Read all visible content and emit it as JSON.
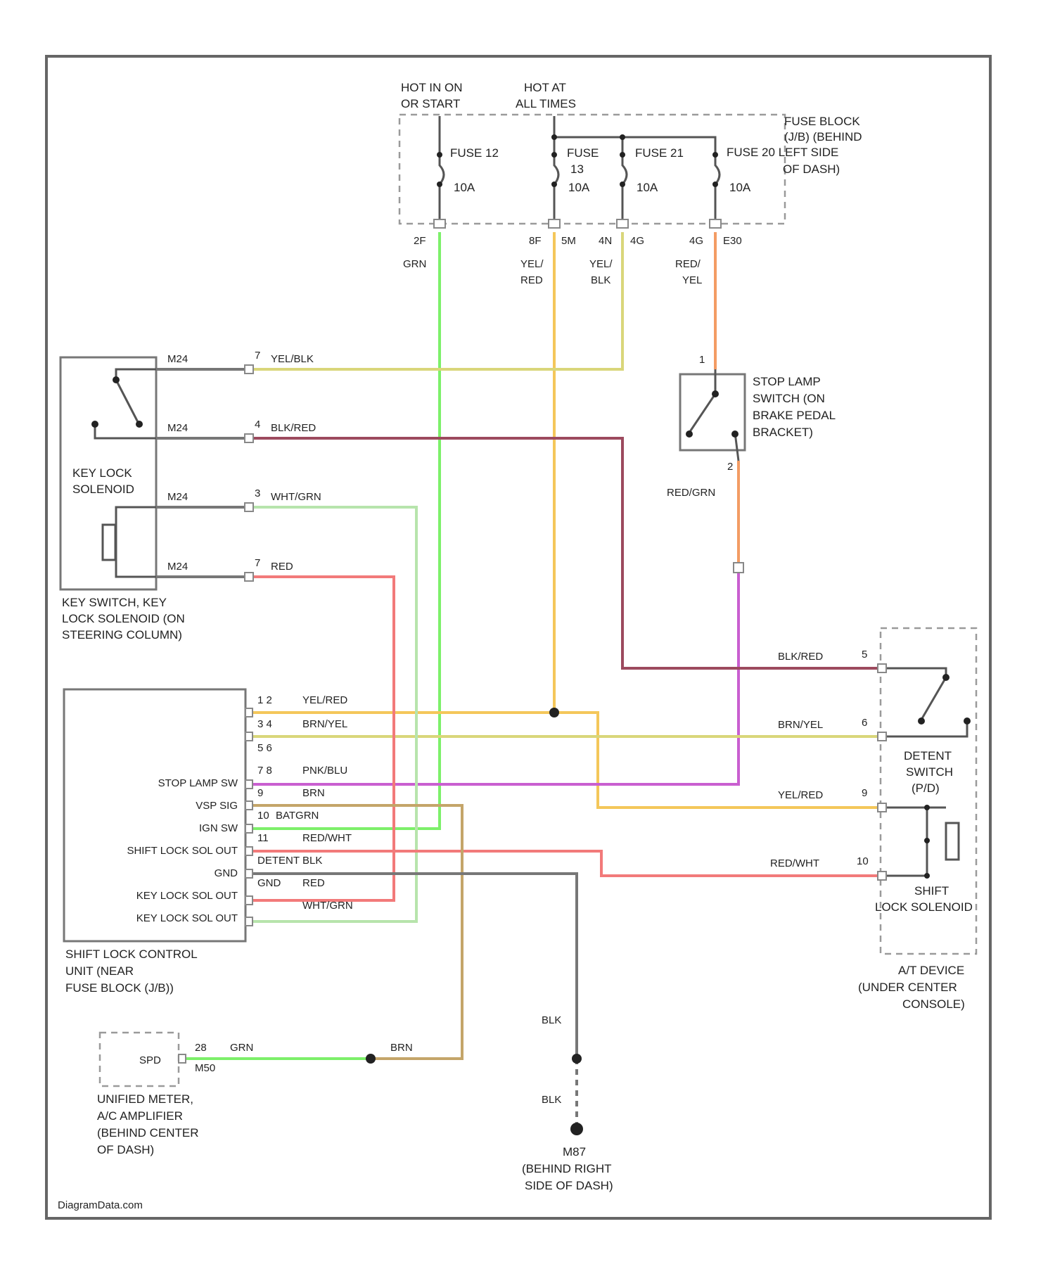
{
  "labels": {
    "hot_run_start": [
      "HOT IN ON",
      "OR START"
    ],
    "hot_all_times": [
      "HOT AT",
      "ALL TIMES"
    ],
    "fuse_block": [
      "FUSE BLOCK",
      "(J/B) (BEHIND",
      "FUSE 20 LEFT SIDE",
      "OF DASH)"
    ],
    "fuse12": "FUSE 12",
    "fuse13": [
      "FUSE",
      "13"
    ],
    "fuse21": "FUSE 21",
    "amp10": "10A",
    "stop_lamp_switch": [
      "STOP LAMP",
      "SWITCH (ON",
      "BRAKE PEDAL",
      "BRACKET)"
    ],
    "key_lock_solenoid": [
      "KEY LOCK",
      "SOLENOID"
    ],
    "key_switch": [
      "KEY SWITCH, KEY",
      "LOCK SOLENOID (ON",
      "STEERING COLUMN)"
    ],
    "shift_unit": [
      "SHIFT LOCK CONTROL",
      "UNIT (NEAR",
      "FUSE BLOCK (J/B))"
    ],
    "detent_switch": [
      "DETENT",
      "SWITCH",
      "(P/D)"
    ],
    "shift_lock_solenoid": [
      "SHIFT",
      "LOCK SOLENOID"
    ],
    "at_device": [
      "A/T DEVICE",
      "(UNDER CENTER",
      "CONSOLE)"
    ],
    "unified_meter": [
      "UNIFIED METER,",
      "A/C AMPLIFIER",
      "(BEHIND CENTER",
      "OF DASH)"
    ],
    "ground": [
      "M87",
      "(BEHIND RIGHT",
      "SIDE OF DASH)"
    ],
    "speedo": "SPD",
    "watermark": "DiagramData.com"
  },
  "fuse_pins": {
    "f12": "2F",
    "f13": "8F",
    "f13b": "5M",
    "f21": "4N",
    "f21b": "4G",
    "f20": "4G",
    "f20b": "E30"
  },
  "wire_colors_text": {
    "grn": "GRN",
    "yel_red": [
      "YEL/",
      "RED"
    ],
    "yel_blk": [
      "YEL/",
      "BLK"
    ],
    "red_yel": [
      "RED/",
      "YEL"
    ],
    "red_grn": "RED/GRN",
    "blk": "BLK"
  },
  "key_wires": [
    {
      "connector": "M24",
      "pin": "7",
      "color": "YEL/BLK"
    },
    {
      "connector": "M24",
      "pin": "4",
      "color": "BLK/RED"
    },
    {
      "connector": "M24",
      "pin": "3",
      "color": "WHT/GRN"
    },
    {
      "connector": "M24",
      "pin": "7",
      "color": "RED"
    }
  ],
  "stop_pins": {
    "top": "1",
    "bottom": "2"
  },
  "unit_pins": [
    {
      "pin": "1 2",
      "wire": "YEL/RED",
      "term": ""
    },
    {
      "pin": "3 4",
      "wire": "BRN/YEL",
      "term": ""
    },
    {
      "pin": "5 6",
      "wire": "",
      "term": ""
    },
    {
      "pin": "7 8",
      "wire": "PNK/BLU",
      "term": "STOP LAMP SW"
    },
    {
      "pin": "9",
      "wire": "BRN",
      "term": "VSP SIG"
    },
    {
      "pin": "10",
      "wire": "BATGRN",
      "term": "IGN SW"
    },
    {
      "pin": "11",
      "wire": "RED/WHT",
      "term": "SHIFT LOCK SOL OUT"
    },
    {
      "pin": "DETENT",
      "wire": "BLK",
      "term": "GND"
    },
    {
      "pin": "GND",
      "wire": "RED",
      "term": "KEY LOCK SOL OUT"
    },
    {
      "pin": "",
      "wire": "WHT/GRN",
      "term": "KEY LOCK SOL OUT"
    }
  ],
  "at_pins": [
    {
      "pin": "5",
      "wire": "BLK/RED"
    },
    {
      "pin": "6",
      "wire": "BRN/YEL"
    },
    {
      "pin": "9",
      "wire": "YEL/RED"
    },
    {
      "pin": "10",
      "wire": "RED/WHT"
    }
  ],
  "meter": {
    "pin_a": "28",
    "pin_b": "M50",
    "wire": "GRN",
    "wire2": "BRN"
  },
  "colors": {
    "green": "#7df06a",
    "yellow": "#f4c75a",
    "yel_blk": "#d9d67a",
    "orange": "#f39c64",
    "purple": "#c95fd0",
    "pink": "#f27a7a",
    "lt_green": "#b7e4ac",
    "brown": "#c4a569",
    "dark_red": "#9c4a5e",
    "gray": "#777777"
  }
}
